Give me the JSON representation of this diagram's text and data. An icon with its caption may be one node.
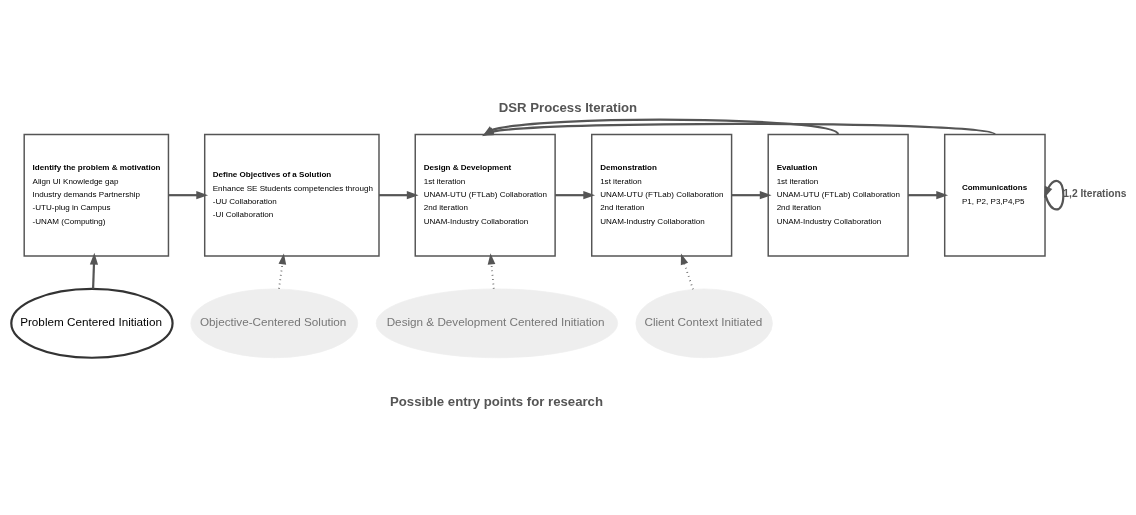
{
  "diagram": {
    "title": "DSR Process Iteration",
    "nodes": [
      {
        "text": [
          "Identify the problem & motivation",
          "Align UI Knowledge gap",
          "Industry demands Partnership",
          "-UTU-plug in Campus",
          "-UNAM (Computing)"
        ]
      },
      {
        "text": [
          "Define Objectives of a Solution",
          "Enhance SE Students competencies through",
          "-UU Collaboration",
          "-UI Collaboration"
        ]
      },
      {
        "text": [
          "Design & Development",
          "1st iteration",
          "UNAM-UTU (FTLab) Collaboration",
          "2nd iteration",
          "UNAM-Industry Collaboration"
        ]
      },
      {
        "text": [
          "Demonstration",
          "1st iteration",
          "UNAM-UTU (FTLab) Collaboration",
          "2nd iteration",
          "UNAM-Industry Collaboration"
        ]
      },
      {
        "text": [
          "Evaluation",
          "1st iteration",
          "UNAM-UTU (FTLab) Collaboration",
          "2nd iteration",
          "UNAM-Industry Collaboration"
        ]
      },
      {
        "text": [
          "Communications",
          "P1, P2, P3,P4,P5"
        ]
      },
      {
        "text": [
          "Problem Centered Initiation"
        ]
      },
      {
        "text": [
          "Objective-Centered Solution"
        ]
      },
      {
        "text": [
          "Design & Development Centered Initiation"
        ]
      },
      {
        "text": [
          "Client Context Initiated"
        ]
      }
    ],
    "edges": [
      {
        "from": 0,
        "to": 1,
        "arrow": "to"
      },
      {
        "from": 1,
        "to": 2,
        "arrow": "to"
      },
      {
        "from": 2,
        "to": 3,
        "arrow": "to"
      },
      {
        "from": 3,
        "to": 4,
        "arrow": "to"
      },
      {
        "from": 4,
        "to": 5,
        "arrow": "to"
      },
      {
        "from": 5,
        "to": 2,
        "arrow": "to"
      },
      {
        "from": 4,
        "to": 2,
        "arrow": "to"
      },
      {
        "from": 5,
        "to": 5,
        "arrow": "to",
        "label": "1,2 Iterations"
      },
      {
        "from": 6,
        "to": 0,
        "arrow": "to"
      },
      {
        "from": 7,
        "to": 1,
        "arrow": "to",
        "style": "dashed"
      },
      {
        "from": 8,
        "to": 2,
        "arrow": "to",
        "style": "dashed"
      },
      {
        "from": 9,
        "to": 3,
        "arrow": "to",
        "style": "dashed"
      }
    ],
    "labels": [
      "Possible entry points for research"
    ]
  }
}
